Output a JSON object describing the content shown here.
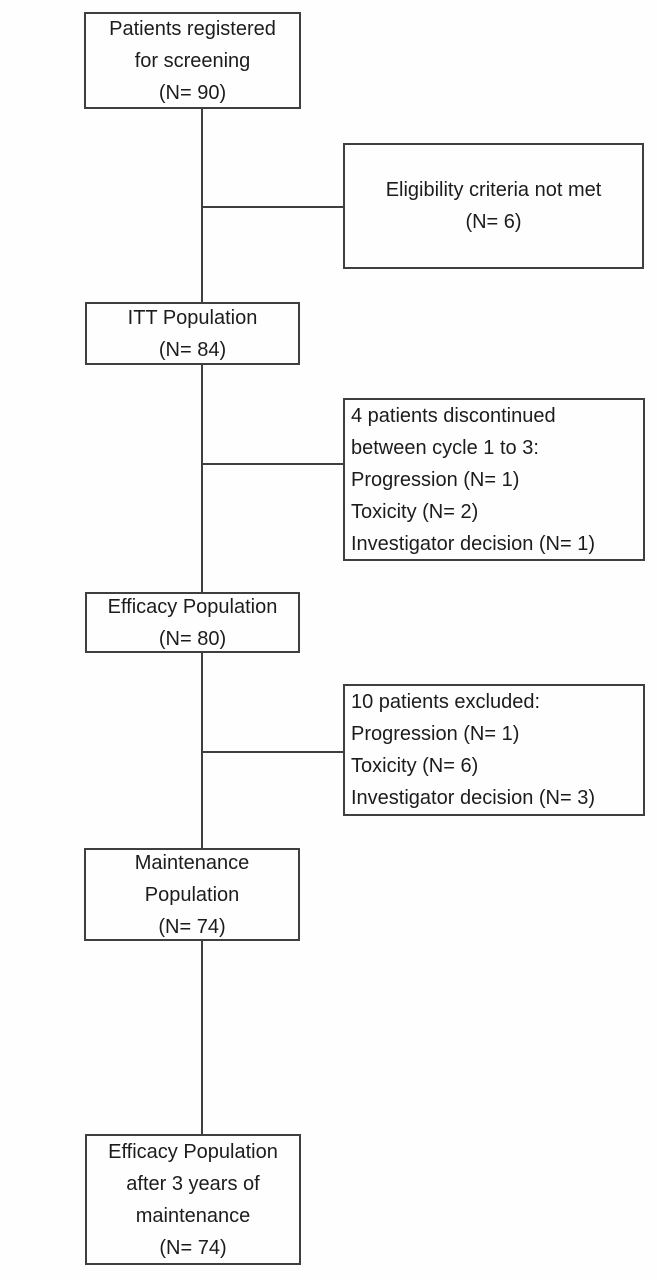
{
  "diagram": {
    "type": "patient-flow-consort",
    "colors": {
      "background": "#fefefe",
      "border": "#3f3f3f",
      "text": "#1c1c1c"
    },
    "boxes": [
      {
        "id": "screening",
        "align": "center",
        "lines": [
          "Patients registered",
          "for screening",
          "(N= 90)"
        ]
      },
      {
        "id": "eligibility",
        "align": "center",
        "lines": [
          "Eligibility criteria not met",
          "(N= 6)"
        ]
      },
      {
        "id": "itt",
        "align": "center",
        "lines": [
          "ITT Population",
          "(N= 84)"
        ]
      },
      {
        "id": "discontinued",
        "align": "left",
        "lines": [
          "4 patients discontinued",
          "between cycle 1 to 3:",
          "Progression (N= 1)",
          "Toxicity (N= 2)",
          "Investigator decision (N= 1)"
        ]
      },
      {
        "id": "efficacy",
        "align": "center",
        "lines": [
          "Efficacy Population",
          "(N= 80)"
        ]
      },
      {
        "id": "excluded",
        "align": "left",
        "lines": [
          "10 patients excluded:",
          "Progression (N= 1)",
          "Toxicity (N= 6)",
          "Investigator decision (N= 3)"
        ]
      },
      {
        "id": "maintenance",
        "align": "center",
        "lines": [
          "Maintenance",
          "Population",
          "(N= 74)"
        ]
      },
      {
        "id": "efficacy3y",
        "align": "center",
        "lines": [
          "Efficacy Population",
          "after 3 years of",
          "maintenance",
          "(N= 74)"
        ]
      }
    ],
    "connectors": [
      {
        "id": "v1",
        "from": "screening",
        "to": "itt"
      },
      {
        "id": "h1",
        "from": "v1",
        "to": "eligibility"
      },
      {
        "id": "v2",
        "from": "itt",
        "to": "efficacy"
      },
      {
        "id": "h2",
        "from": "v2",
        "to": "discontinued"
      },
      {
        "id": "v3",
        "from": "efficacy",
        "to": "maintenance"
      },
      {
        "id": "h3",
        "from": "v3",
        "to": "excluded"
      },
      {
        "id": "v4",
        "from": "maintenance",
        "to": "efficacy3y"
      }
    ]
  }
}
